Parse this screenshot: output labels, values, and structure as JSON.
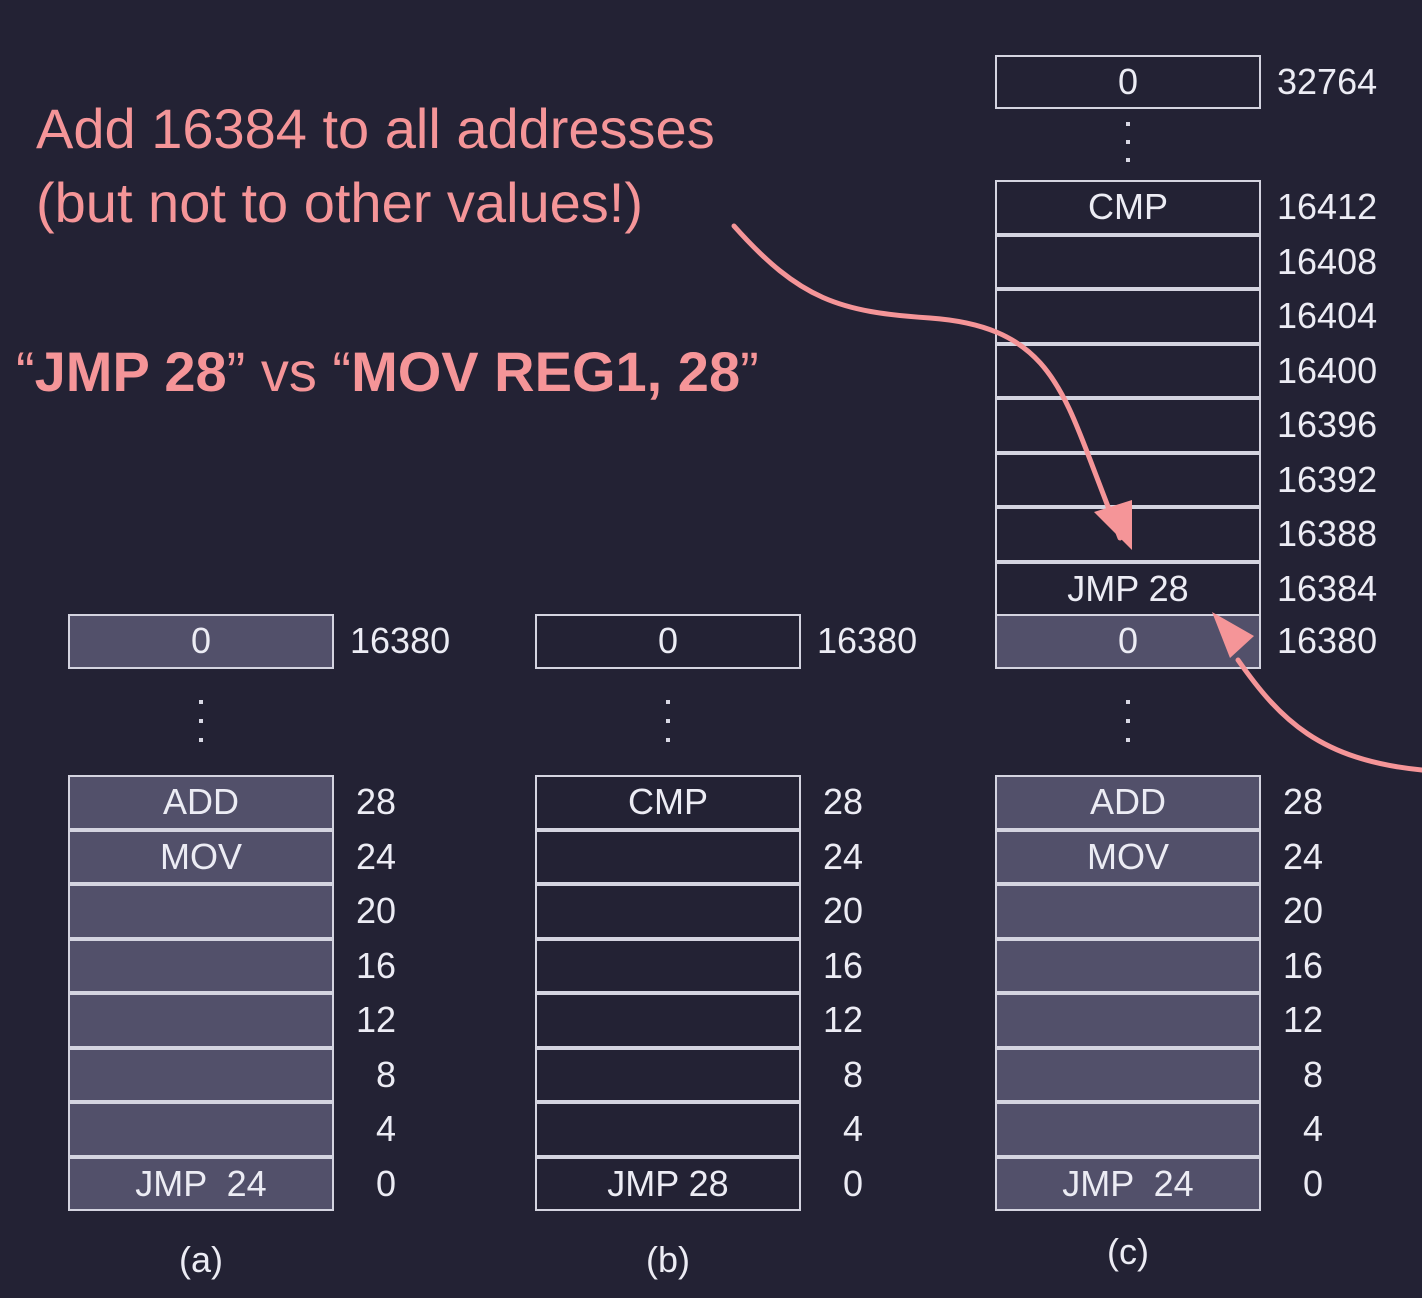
{
  "heading": {
    "line1": "Add 16384 to all addresses",
    "line2": "(but not to other values!)"
  },
  "comparison": {
    "q1": "“",
    "jmp": "JMP 28",
    "mid": "” vs “",
    "mov": "MOV REG1, 28",
    "q2": "”"
  },
  "colors": {
    "background": "#232234",
    "accent": "#f59598",
    "cell_fill": "#52506a",
    "cell_border": "#d4d4e0",
    "text": "#ececf4"
  },
  "columns": [
    {
      "caption": "(a)",
      "top": {
        "value": "0",
        "address": "16380",
        "filled": true
      },
      "low": [
        {
          "value": "ADD",
          "address": "28"
        },
        {
          "value": "MOV",
          "address": "24"
        },
        {
          "value": "",
          "address": "20"
        },
        {
          "value": "",
          "address": "16"
        },
        {
          "value": "",
          "address": "12"
        },
        {
          "value": "",
          "address": "8"
        },
        {
          "value": "",
          "address": "4"
        },
        {
          "value": "JMP  24",
          "address": "0"
        }
      ],
      "filled": true
    },
    {
      "caption": "(b)",
      "top": {
        "value": "0",
        "address": "16380",
        "filled": false
      },
      "low": [
        {
          "value": "CMP",
          "address": "28"
        },
        {
          "value": "",
          "address": "24"
        },
        {
          "value": "",
          "address": "20"
        },
        {
          "value": "",
          "address": "16"
        },
        {
          "value": "",
          "address": "12"
        },
        {
          "value": "",
          "address": "8"
        },
        {
          "value": "",
          "address": "4"
        },
        {
          "value": "JMP 28",
          "address": "0"
        }
      ],
      "filled": false
    },
    {
      "caption": "(c)",
      "top": {
        "value": "0",
        "address": "16380",
        "filled": true
      },
      "low": [
        {
          "value": "ADD",
          "address": "28"
        },
        {
          "value": "MOV",
          "address": "24"
        },
        {
          "value": "",
          "address": "20"
        },
        {
          "value": "",
          "address": "16"
        },
        {
          "value": "",
          "address": "12"
        },
        {
          "value": "",
          "address": "8"
        },
        {
          "value": "",
          "address": "4"
        },
        {
          "value": "JMP  24",
          "address": "0"
        }
      ],
      "filled": true,
      "upper_top": {
        "value": "0",
        "address": "32764"
      },
      "upper": [
        {
          "value": "CMP",
          "address": "16412"
        },
        {
          "value": "",
          "address": "16408"
        },
        {
          "value": "",
          "address": "16404"
        },
        {
          "value": "",
          "address": "16400"
        },
        {
          "value": "",
          "address": "16396"
        },
        {
          "value": "",
          "address": "16392"
        },
        {
          "value": "",
          "address": "16388"
        },
        {
          "value": "JMP 28",
          "address": "16384"
        }
      ]
    }
  ]
}
